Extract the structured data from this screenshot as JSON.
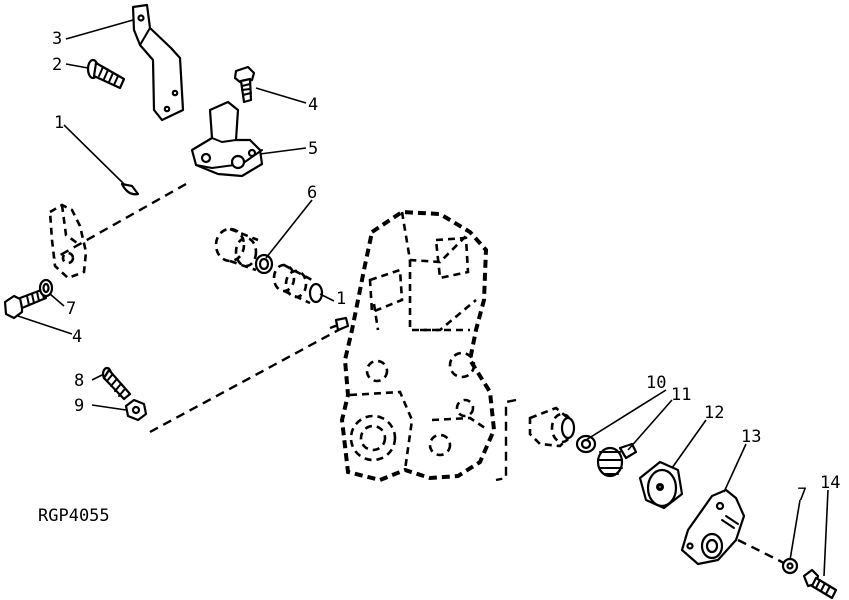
{
  "labels": {
    "l1a": "1",
    "l1b": "1",
    "l2": "2",
    "l3": "3",
    "l4a": "4",
    "l4b": "4",
    "l5": "5",
    "l6": "6",
    "l7a": "7",
    "l7b": "7",
    "l8": "8",
    "l9": "9",
    "l10": "10",
    "l11": "11",
    "l12": "12",
    "l13": "13",
    "l14": "14"
  },
  "figure_code": "RGP4055"
}
